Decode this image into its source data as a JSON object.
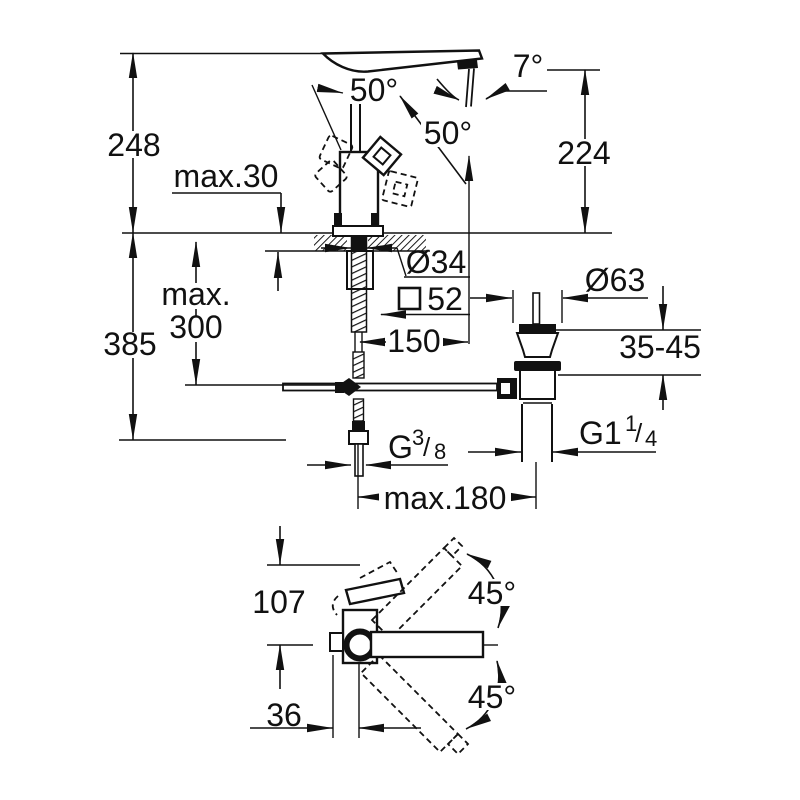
{
  "diagram": {
    "type": "technical-drawing",
    "subject": "single-lever basin mixer with pop-up waste, dimensional drawing",
    "views": [
      "side elevation",
      "top view"
    ],
    "line_color": "#111111",
    "background": "#ffffff"
  },
  "labels": {
    "height_above_deck": "248",
    "deck_thickness": "max.30",
    "lever_angle_left": "50°",
    "lever_angle_right": "50°",
    "stream_angle": "7°",
    "spout_height": "224",
    "shank_diameter": "Ø34",
    "body_square": "52",
    "spout_reach": "150",
    "hose_max_line1": "max.",
    "hose_max_line2": "300",
    "total_below_height": "385",
    "waste_flange_diameter": "Ø63",
    "deck_range": "35-45",
    "supply_thread_prefix": "G",
    "supply_thread_num": "3",
    "supply_thread_slash": "/",
    "supply_thread_den": "8",
    "waste_thread_prefix": "G1",
    "waste_thread_num": "1",
    "waste_thread_slash": "/",
    "waste_thread_den": "4",
    "center_distance": "max.180",
    "spout_length_top": "107",
    "handle_offset": "36",
    "swivel_up": "45°",
    "swivel_down": "45°"
  }
}
